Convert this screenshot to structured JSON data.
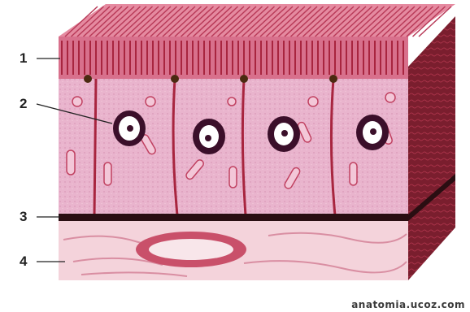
{
  "labels": [
    "1",
    "2",
    "3",
    "4"
  ],
  "watermark": "anatomia.ucoz.com",
  "colors": {
    "cytoplasm": "#e9b4cd",
    "apical": "#c84a6a",
    "membrane": "#a8253f",
    "basement": "#2a0e12",
    "connective": "#f4d3db",
    "vessel": "#c9506a",
    "sideface": "#7a1e2e",
    "nucleus": "#3b0f2a"
  }
}
